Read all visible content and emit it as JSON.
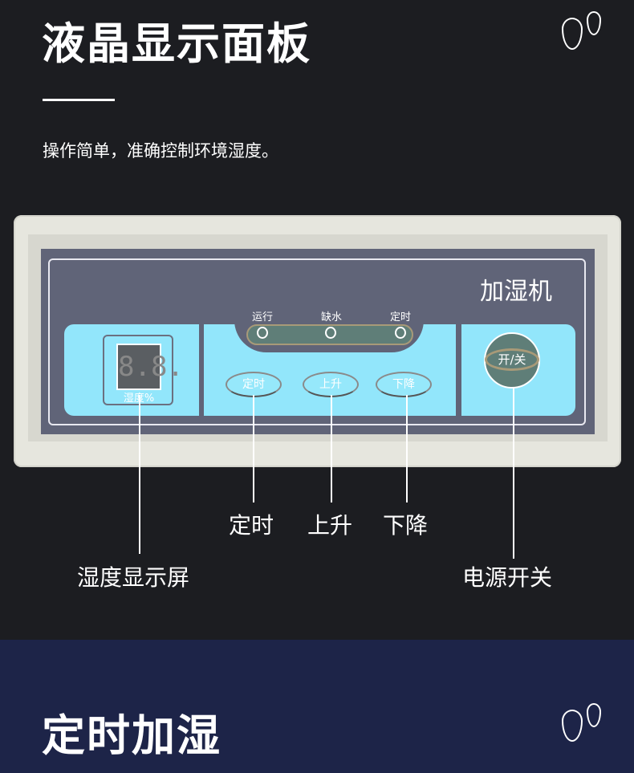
{
  "header": {
    "title": "液晶显示面板",
    "subtitle": "操作简单，准确控制环境湿度。"
  },
  "panel": {
    "brand": "加湿机",
    "indicators": [
      "运行",
      "缺水",
      "定时"
    ],
    "display_digits": "8.8.",
    "display_label": "湿度%",
    "buttons": [
      "定时",
      "上升",
      "下降"
    ],
    "power_label": "开/关"
  },
  "callouts": {
    "display": "湿度显示屏",
    "timer": "定时",
    "up": "上升",
    "down": "下降",
    "power": "电源开关"
  },
  "next_section": {
    "title": "定时加湿"
  },
  "colors": {
    "background": "#1c1d21",
    "band": "#1d2448",
    "panel_cyan": "#92e6fb",
    "panel_gray": "#606478"
  }
}
